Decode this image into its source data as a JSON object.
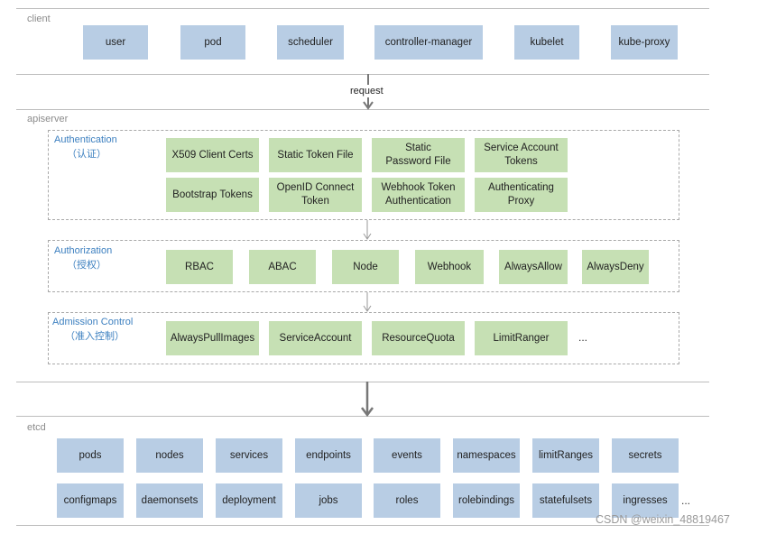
{
  "client": {
    "label": "client",
    "items": [
      "user",
      "pod",
      "scheduler",
      "controller-manager",
      "kubelet",
      "kube-proxy"
    ]
  },
  "request_label": "request",
  "apiserver": {
    "label": "apiserver",
    "authentication": {
      "title": "Authentication",
      "subtitle": "（认证）",
      "items": [
        "X509 Client Certs",
        "Static Token File",
        "Static Password File",
        "Service Account Tokens",
        "Bootstrap Tokens",
        "OpenID Connect Token",
        "Webhook Token Authentication",
        "Authenticating Proxy"
      ]
    },
    "authorization": {
      "title": "Authorization",
      "subtitle": "（授权）",
      "items": [
        "RBAC",
        "ABAC",
        "Node",
        "Webhook",
        "AlwaysAllow",
        "AlwaysDeny"
      ]
    },
    "admission": {
      "title": "Admission Control",
      "subtitle": "（准入控制）",
      "items": [
        "AlwaysPullImages",
        "ServiceAccount",
        "ResourceQuota",
        "LimitRanger"
      ],
      "more": "..."
    }
  },
  "etcd": {
    "label": "etcd",
    "row1": [
      "pods",
      "nodes",
      "services",
      "endpoints",
      "events",
      "namespaces",
      "limitRanges",
      "secrets"
    ],
    "row2": [
      "configmaps",
      "daemonsets",
      "deployment",
      "jobs",
      "roles",
      "rolebindings",
      "statefulsets",
      "ingresses"
    ],
    "more": "..."
  },
  "watermark": "CSDN @weixin_48819467",
  "colors": {
    "client_box": "#b8cde4",
    "plugin_box": "#c6e0b4",
    "group_title": "#3d80c0"
  }
}
